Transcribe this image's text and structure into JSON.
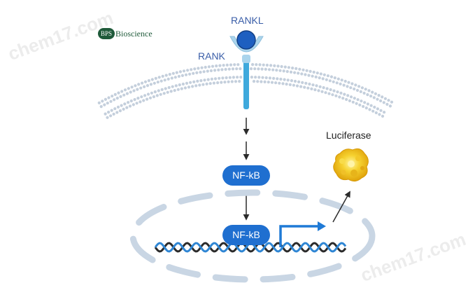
{
  "labels": {
    "ligand": "RANKL",
    "receptor": "RANK",
    "transcription_factor": "NF-kB",
    "reporter": "Luciferase"
  },
  "logo": {
    "badge": "BPS",
    "text": "Bioscience"
  },
  "watermark": "chem17.com",
  "colors": {
    "ligand": "#1e5fc0",
    "receptor": "#aad4ec",
    "stalk": "#3fa9dc",
    "membrane": "#c4cfdc",
    "nfkb": "#1f6fd0",
    "promoter_arrow": "#1f7ad6",
    "dna_dark": "#2b2b2b",
    "dna_blue": "#2f86d4",
    "luciferase": "#f2c21a",
    "nucleus_dash": "#c9d6e4"
  }
}
